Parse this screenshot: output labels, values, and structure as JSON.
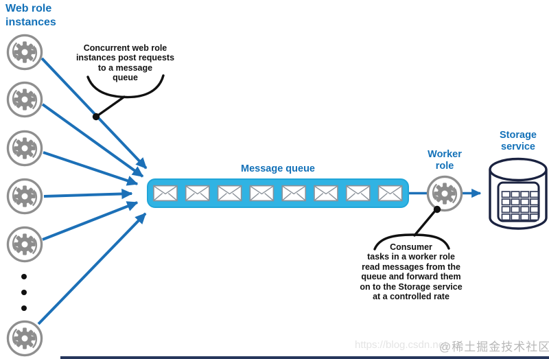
{
  "diagram": {
    "title": "Web role\ninstances",
    "labels": {
      "message_queue": "Message queue",
      "worker_role": "Worker\nrole",
      "storage_service": "Storage\nservice"
    },
    "callouts": {
      "producer": "Concurrent web role\ninstances post requests\nto a message\nqueue",
      "consumer": "Consumer\ntasks in a worker role\nread messages from the\nqueue and forward them\non to the Storage service\nat a controlled rate"
    },
    "counts": {
      "web_role_instances": 6,
      "queue_messages": 8,
      "ellipsis_dots": 3
    },
    "icons": {
      "instance": "gear-icon",
      "queue_item": "envelope-icon",
      "worker": "gear-icon",
      "storage": "database-cylinder-icon",
      "callout_anchor": "anchor-dot"
    },
    "colors": {
      "label_blue": "#1371b8",
      "arrow_blue": "#1c70b7",
      "queue_cyan": "#30b3e3",
      "gear_gray": "#8c8c8c",
      "storage_outline": "#1a2240",
      "callout_black": "#121212"
    }
  },
  "watermarks": {
    "csdn": "https://blog.csdn.net",
    "juejin": "@稀土掘金技术社区"
  }
}
